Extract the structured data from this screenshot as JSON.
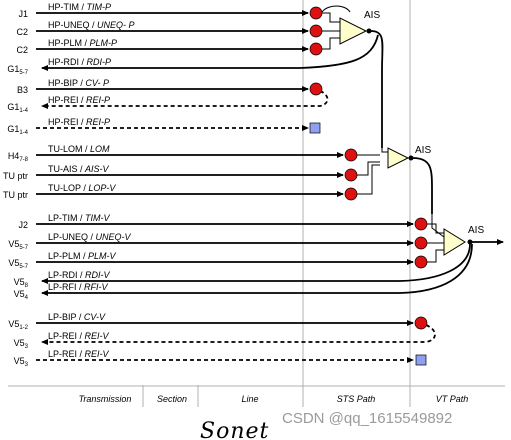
{
  "sections": {
    "hp": {
      "gate_label": "AIS",
      "rows": [
        {
          "left": "J1",
          "name": "HP-TIM",
          "alt": "TIM-P"
        },
        {
          "left": "C2",
          "name": "HP-UNEQ",
          "alt": "UNEQ- P"
        },
        {
          "left": "C2",
          "name": "HP-PLM",
          "alt": "PLM-P"
        },
        {
          "left": "G1",
          "left_sub": "5-7",
          "name": "HP-RDI",
          "alt": "RDI-P"
        },
        {
          "left": "B3",
          "name": "HP-BIP",
          "alt": "CV- P"
        },
        {
          "left": "G1",
          "left_sub": "1-4",
          "name": "HP-REI",
          "alt": "REI-P"
        },
        {
          "left": "G1",
          "left_sub": "1-4",
          "name": "HP-REI",
          "alt": "REI-P"
        }
      ]
    },
    "tu": {
      "gate_label": "AIS",
      "rows": [
        {
          "left": "H4",
          "left_sub": "7-8",
          "name": "TU-LOM",
          "alt": "LOM"
        },
        {
          "left": "TU ptr",
          "name": "TU-AIS",
          "alt": "AIS-V"
        },
        {
          "left": "TU ptr",
          "name": "TU-LOP",
          "alt": "LOP-V"
        }
      ]
    },
    "lp": {
      "gate_label": "AIS",
      "rows": [
        {
          "left": "J2",
          "name": "LP-TIM",
          "alt": "TIM-V"
        },
        {
          "left": "V5",
          "left_sub": "5-7",
          "name": "LP-UNEQ",
          "alt": "UNEQ-V"
        },
        {
          "left": "V5",
          "left_sub": "5-7",
          "name": "LP-PLM",
          "alt": "PLM-V"
        },
        {
          "left": "V5",
          "left_sub": "8",
          "name": "LP-RDI",
          "alt": "RDI-V"
        },
        {
          "left": "V5",
          "left_sub": "4",
          "name": "LP-RFI",
          "alt": "RFI-V"
        },
        {
          "left": "V5",
          "left_sub": "1-2",
          "name": "LP-BIP",
          "alt": "CV-V"
        },
        {
          "left": "V5",
          "left_sub": "3",
          "name": "LP-REI",
          "alt": "REI-V"
        },
        {
          "left": "V5",
          "left_sub": "3",
          "name": "LP-REI",
          "alt": "REI-V"
        }
      ]
    }
  },
  "columns": [
    "Transmission",
    "Section",
    "Line",
    "STS Path",
    "VT Path"
  ],
  "footer_title": "Sonet",
  "watermark": "CSDN @qq_1615549892",
  "colors": {
    "detector": "#dd1111",
    "terminal": "#8fa0f0",
    "gate_fill": "#ffffcc",
    "separator": "#b0b0b0",
    "line": "#000000"
  }
}
